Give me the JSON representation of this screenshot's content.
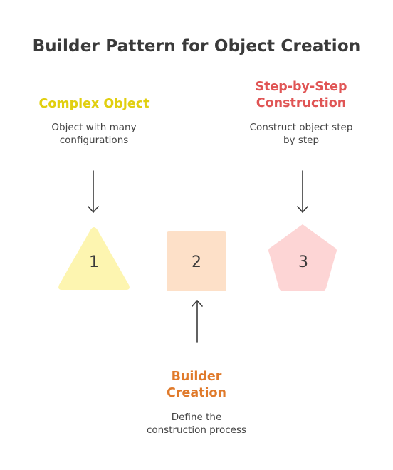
{
  "title": "Builder Pattern for Object Creation",
  "colors": {
    "text": "#3a3a3a",
    "arrow": "#3a3a3a",
    "complex_heading": "#e1cf10",
    "builder_heading": "#e07a2b",
    "step_heading": "#e05555",
    "triangle_fill": "#fdf5b0",
    "square_fill": "#fde0c8",
    "pentagon_fill": "#fdd5d5"
  },
  "steps": [
    {
      "number": "1",
      "shape": "triangle",
      "heading": "Complex Object",
      "description_lines": [
        "Object with many",
        "configurations"
      ]
    },
    {
      "number": "2",
      "shape": "square",
      "heading_lines": [
        "Builder",
        "Creation"
      ],
      "description_lines": [
        "Define the",
        "construction process"
      ]
    },
    {
      "number": "3",
      "shape": "pentagon",
      "heading_lines": [
        "Step-by-Step",
        "Construction"
      ],
      "description_lines": [
        "Construct object step",
        "by step"
      ]
    }
  ]
}
